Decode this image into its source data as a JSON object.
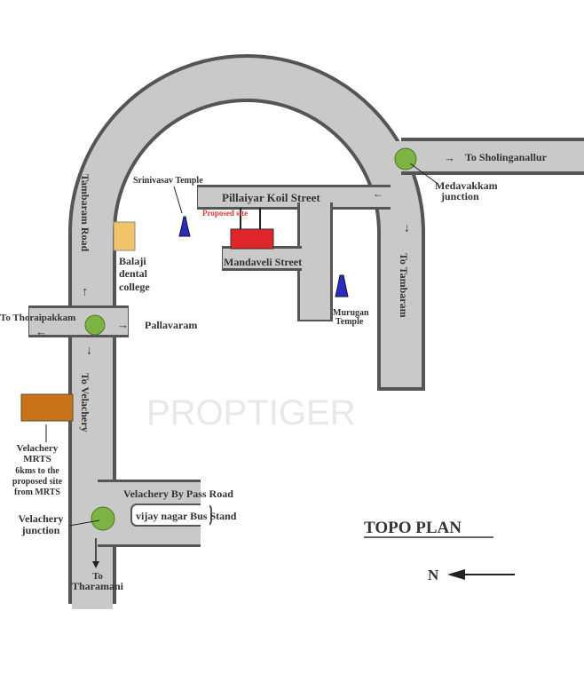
{
  "labels": {
    "srinivasa_temple": "Srinivasav Temple",
    "pillaiyar_koil": "Pillaiyar Koil Street",
    "proposed_site": "Proposed site",
    "mandaveli": "Mandaveli Street",
    "murugan_l1": "Murugan",
    "murugan_l2": "Temple",
    "tambaram_road": "Tambaram Road",
    "balaji_l1": "Balaji",
    "balaji_l2": "dental",
    "balaji_l3": "college",
    "to_thoraipakkam": "To Thoraipakkam",
    "pallavaram": "Pallavaram",
    "to_velachery": "To Velachery",
    "mrts_l1": "Velachery",
    "mrts_l2": "MRTS",
    "mrts_l3": "6kms to the",
    "mrts_l4": "proposed site",
    "mrts_l5": "from MRTS",
    "bypass": "Velachery By Pass Road",
    "bus_stand": "vijay nagar Bus Stand",
    "vel_junction_l1": "Velachery",
    "vel_junction_l2": "junction",
    "to": "To",
    "tharamani": "Tharamani",
    "to_sholinganallur": "To Sholinganallur",
    "medavakkam_l1": "Medavakkam",
    "medavakkam_l2": "junction",
    "to_tambaram": "To Tambaram",
    "watermark": "PROPTIGER",
    "title": "TOPO PLAN",
    "north": "N"
  },
  "colors": {
    "road": "#c9c9c9",
    "outline": "#555555",
    "proposed_site": "#e0262a",
    "temple": "#2b2bc0",
    "junction": "#7cb342",
    "college": "#f2c56b",
    "mrts": "#c8721a"
  }
}
